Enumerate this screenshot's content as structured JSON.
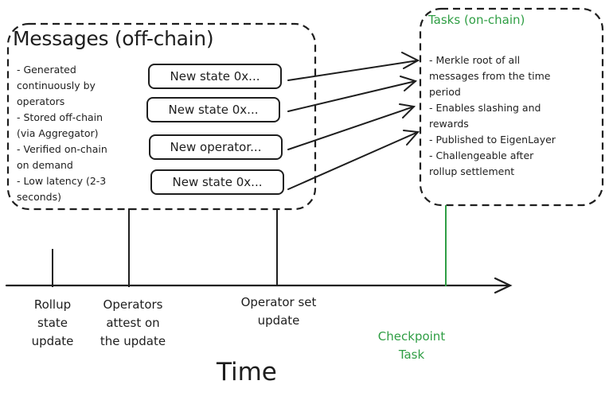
{
  "messages_panel": {
    "title": "Messages (off-chain)",
    "bullets": "- Generated\ncontinuously by\noperators\n- Stored off-chain\n(via Aggregator)\n- Verified on-chain\non demand\n- Low latency (2-3\nseconds)",
    "items": [
      {
        "label": "New state 0x..."
      },
      {
        "label": "New state 0x..."
      },
      {
        "label": "New operator..."
      },
      {
        "label": "New state 0x..."
      }
    ]
  },
  "tasks_panel": {
    "title": "Tasks (on-chain)",
    "bullets": "- Merkle root of all\nmessages from the time\nperiod\n- Enables slashing and\nrewards\n- Published to EigenLayer\n- Challengeable after\nrollup settlement"
  },
  "timeline": {
    "axis_label": "Time",
    "events": [
      {
        "label": "Rollup\nstate\nupdate"
      },
      {
        "label": "Operators\nattest on\nthe update"
      },
      {
        "label": "Operator set\nupdate"
      },
      {
        "label": "Checkpoint\nTask"
      }
    ]
  },
  "colors": {
    "stroke": "#1e1e1e",
    "accent_green": "#2f9e44",
    "background": "#ffffff"
  }
}
